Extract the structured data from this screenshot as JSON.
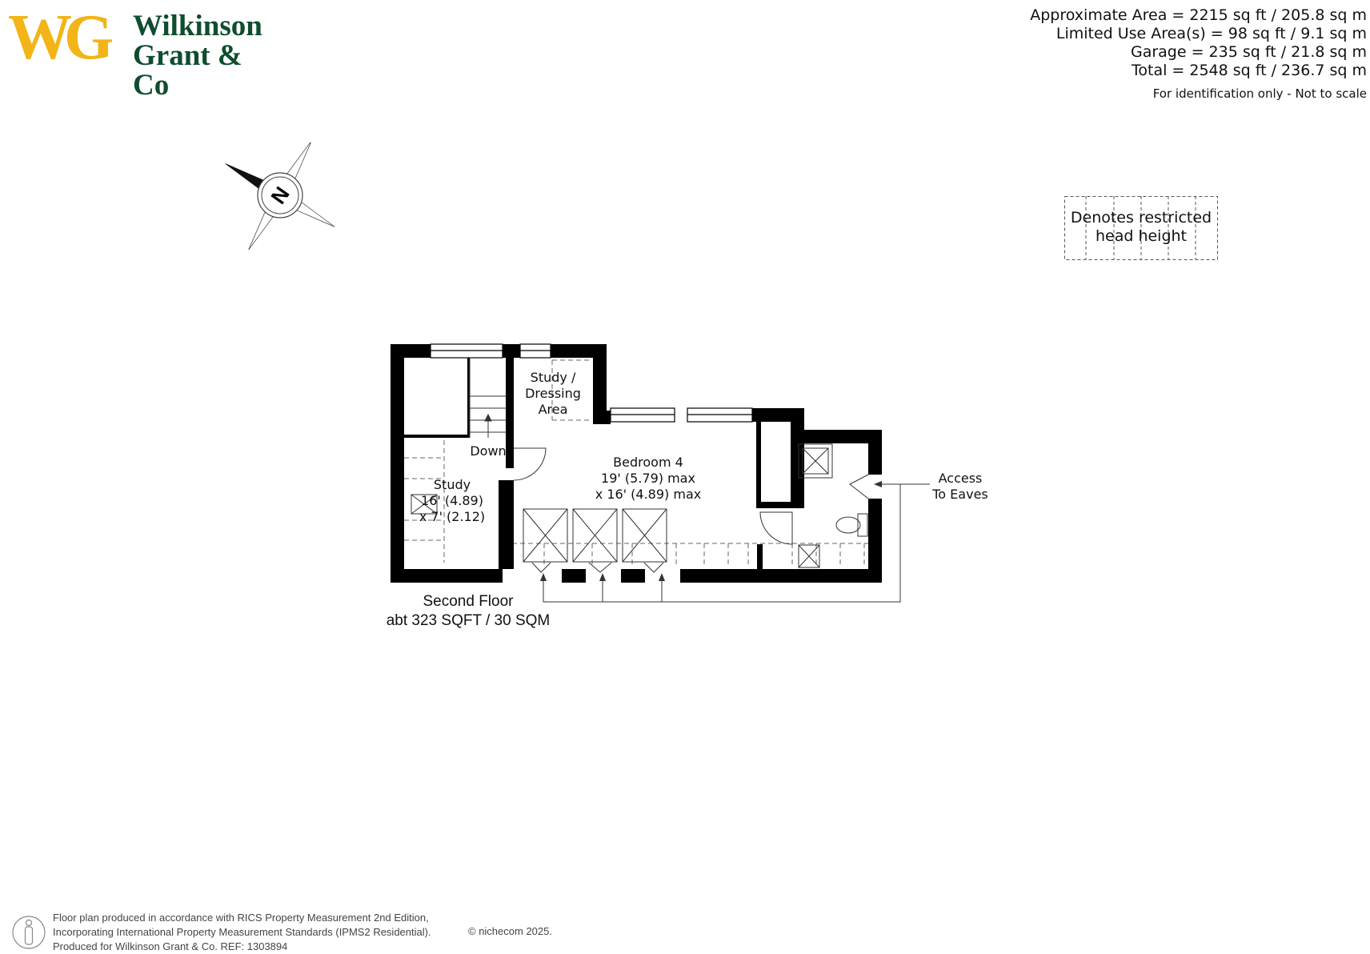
{
  "colors": {
    "brand_yellow": "#f2b417",
    "brand_green": "#0f4d2f",
    "wall": "#000000",
    "footer_text": "#444444"
  },
  "logo": {
    "monogram": "WG",
    "line1": "Wilkinson",
    "line2": "Grant & Co"
  },
  "areas": {
    "approximate": "Approximate Area = 2215 sq ft / 205.8 sq m",
    "limited_use": "Limited Use Area(s) = 98 sq ft / 9.1 sq m",
    "garage": "Garage = 235 sq ft / 21.8 sq m",
    "total": "Total = 2548 sq ft / 236.7 sq m",
    "note": "For identification only - Not to scale"
  },
  "legend": {
    "line1": "Denotes restricted",
    "line2": "head height"
  },
  "compass": {
    "letter": "N",
    "icon": "compass-north-icon"
  },
  "rooms": {
    "study_dressing": {
      "line1": "Study /",
      "line2": "Dressing",
      "line3": "Area"
    },
    "stairs": {
      "label": "Down"
    },
    "bedroom4": {
      "name": "Bedroom 4",
      "dim1": "19' (5.79) max",
      "dim2": "x 16' (4.89) max"
    },
    "study": {
      "name": "Study",
      "dim1": "16' (4.89)",
      "dim2": "x 7' (2.12)"
    },
    "eaves": {
      "line1": "Access",
      "line2": "To Eaves"
    }
  },
  "floor": {
    "name": "Second Floor",
    "area": "abt 323 SQFT / 30 SQM"
  },
  "footer": {
    "line1": "Floor plan produced in accordance with RICS Property Measurement 2nd Edition,",
    "line2": "Incorporating International Property Measurement Standards (IPMS2 Residential).",
    "line3": "Produced for Wilkinson Grant & Co.   REF:  1303894",
    "brand": "© nichecom   2025.",
    "icon": "person-scale-icon"
  }
}
